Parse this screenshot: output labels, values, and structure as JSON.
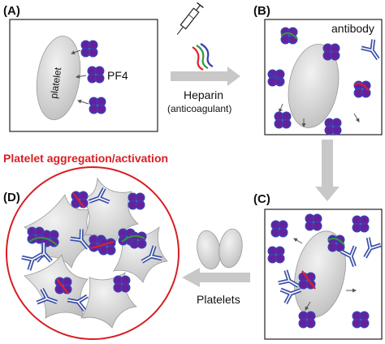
{
  "panels": {
    "a": "(A)",
    "b": "(B)",
    "c": "(C)",
    "d": "(D)"
  },
  "labels": {
    "platelet": "platelet",
    "pf4": "PF4",
    "antibody": "antibody",
    "heparin": "Heparin",
    "anticoagulant": "(anticoagulant)",
    "platelets": "Platelets",
    "aggregation_title": "Platelet aggregation/activation"
  },
  "colors": {
    "pf4_purple": "#6a1f9a",
    "pf4_blue": "#3a3fb3",
    "heparin_red": "#e0202a",
    "heparin_green": "#2f9a3a",
    "antibody_blue": "#3a4fa8",
    "platelet_gray": "#cfcfcf",
    "arrow_gray": "#c8c8c8",
    "aggregation_red": "#d81e24"
  },
  "icons": [
    "syringe-icon",
    "heparin-chain-icon",
    "pf4-tetramer-icon",
    "antibody-icon",
    "platelet-icon"
  ]
}
